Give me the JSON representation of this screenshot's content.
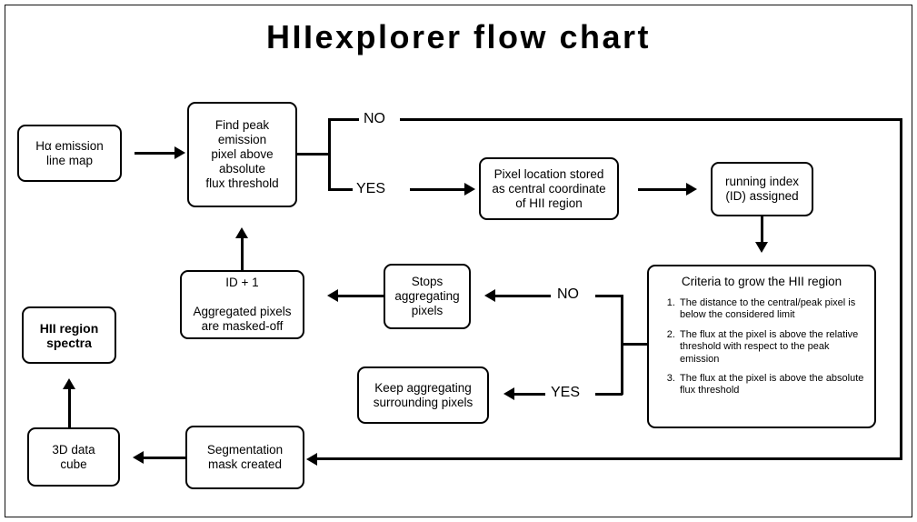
{
  "page": {
    "title": "HIIexplorer flow chart",
    "border_color": "#111111",
    "line_color": "#000000",
    "background": "#ffffff"
  },
  "nodes": {
    "ha_map": "Hα emission\nline map",
    "find_peak": "Find peak\nemission\npixel above\nabsolute\nflux threshold",
    "pixel_stored": "Pixel location stored\nas central coordinate\nof HII region",
    "running_index": "running index\n(ID) assigned",
    "id_plus_one": "ID + 1\n\nAggregated pixels\nare masked-off",
    "stops_aggregating": "Stops\naggregating\npixels",
    "keep_aggregating": "Keep aggregating\nsurrounding pixels",
    "segmentation": "Segmentation\nmask created",
    "data_cube": "3D data\ncube",
    "hii_spectra": "HII region\nspectra"
  },
  "criteria": {
    "heading": "Criteria to grow the HII region",
    "items": [
      "The distance to the central/peak pixel is below the considered limit",
      "The flux at the pixel is above the relative threshold with respect to the peak emission",
      "The flux at the pixel is above the absolute flux threshold"
    ]
  },
  "labels": {
    "decision1_no": "NO",
    "decision1_yes": "YES",
    "decision2_no": "NO",
    "decision2_yes": "YES"
  }
}
